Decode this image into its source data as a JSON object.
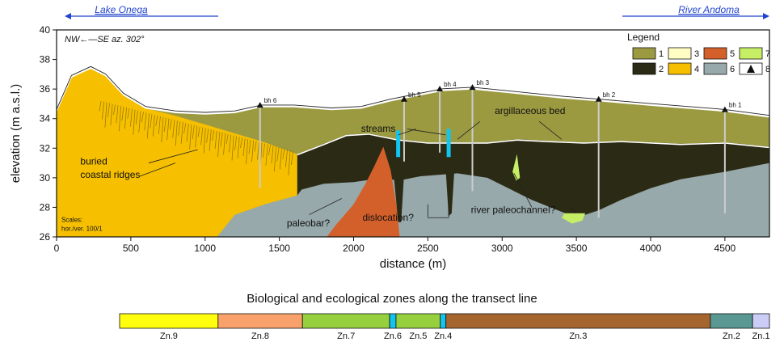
{
  "chart_data": {
    "type": "area",
    "title": "",
    "xlabel": "distance (m)",
    "ylabel": "elevation (m a.s.l.)",
    "xlim": [
      0,
      4800
    ],
    "ylim": [
      26,
      40
    ],
    "x_ticks": [
      0,
      500,
      1000,
      1500,
      2000,
      2500,
      3000,
      3500,
      4000,
      4500
    ],
    "y_ticks": [
      26,
      28,
      30,
      32,
      34,
      36,
      38,
      40
    ],
    "grid": false,
    "direction_label": "NW←—SE az. 302°",
    "end_labels": {
      "left": "Lake Onega",
      "right": "River Andoma"
    },
    "scale_note": [
      "Scales:",
      "hor./ver. 100/1"
    ],
    "legend": {
      "title": "Legend",
      "placement": "top-right",
      "items": [
        {
          "id": "1",
          "color": "#9c9a40"
        },
        {
          "id": "2",
          "color": "#2b2a14"
        },
        {
          "id": "3",
          "color": "#fffcc4"
        },
        {
          "id": "4",
          "color": "#f6c000"
        },
        {
          "id": "5",
          "color": "#d35f2a"
        },
        {
          "id": "6",
          "color": "#98a9ab"
        },
        {
          "id": "7",
          "color": "#c6ef66"
        },
        {
          "id": "8",
          "symbol": "triangle"
        }
      ]
    },
    "series": [
      {
        "unit": "1",
        "color": "#9c9a40",
        "surface": [
          [
            0,
            34.5
          ],
          [
            100,
            36.8
          ],
          [
            230,
            37.4
          ],
          [
            330,
            36.9
          ],
          [
            450,
            35.6
          ],
          [
            600,
            34.7
          ],
          [
            800,
            34.4
          ],
          [
            1000,
            34.3
          ],
          [
            1200,
            34.4
          ],
          [
            1380,
            34.8
          ],
          [
            1600,
            34.8
          ],
          [
            1850,
            34.6
          ],
          [
            2050,
            34.7
          ],
          [
            2250,
            35.2
          ],
          [
            2400,
            35.5
          ],
          [
            2600,
            35.9
          ],
          [
            2800,
            36.0
          ],
          [
            3000,
            35.8
          ],
          [
            3200,
            35.6
          ],
          [
            3400,
            35.4
          ],
          [
            3650,
            35.2
          ],
          [
            4000,
            34.9
          ],
          [
            4500,
            34.5
          ],
          [
            4800,
            34.1
          ]
        ]
      },
      {
        "unit": "2",
        "color": "#2b2a14",
        "top": [
          [
            1620,
            31.6
          ],
          [
            1800,
            32.3
          ],
          [
            1950,
            32.9
          ],
          [
            2100,
            33.0
          ],
          [
            2300,
            32.6
          ],
          [
            2500,
            32.4
          ],
          [
            2700,
            32.4
          ],
          [
            2900,
            32.4
          ],
          [
            3100,
            32.6
          ],
          [
            3300,
            32.5
          ],
          [
            3550,
            32.4
          ],
          [
            3800,
            32.5
          ],
          [
            4200,
            32.3
          ],
          [
            4500,
            32.4
          ],
          [
            4800,
            32.1
          ]
        ]
      },
      {
        "unit": "6",
        "color": "#98a9ab",
        "top": [
          [
            1080,
            26.0
          ],
          [
            1200,
            27.5
          ],
          [
            1400,
            28.2
          ],
          [
            1620,
            28.8
          ],
          [
            1650,
            29.2
          ],
          [
            1800,
            29.6
          ],
          [
            2000,
            29.7
          ],
          [
            2200,
            30.0
          ],
          [
            2300,
            29.8
          ],
          [
            2450,
            30.1
          ],
          [
            2700,
            30.3
          ],
          [
            2900,
            30.0
          ],
          [
            3000,
            29.5
          ],
          [
            3100,
            29.0
          ],
          [
            3200,
            28.5
          ],
          [
            3350,
            27.9
          ],
          [
            3500,
            27.3
          ],
          [
            3650,
            27.8
          ],
          [
            3800,
            28.5
          ],
          [
            4000,
            29.3
          ],
          [
            4200,
            29.9
          ],
          [
            4500,
            30.4
          ],
          [
            4800,
            31.0
          ]
        ]
      },
      {
        "unit": "4",
        "color": "#f6c000",
        "top": [
          [
            0,
            34.5
          ],
          [
            100,
            36.8
          ],
          [
            230,
            37.4
          ],
          [
            330,
            36.9
          ],
          [
            450,
            35.6
          ],
          [
            600,
            34.7
          ],
          [
            800,
            34.2
          ],
          [
            1000,
            33.6
          ],
          [
            1200,
            33.0
          ],
          [
            1400,
            32.4
          ],
          [
            1620,
            31.6
          ]
        ],
        "base_right": [
          [
            1620,
            31.6
          ],
          [
            1620,
            28.8
          ],
          [
            1400,
            28.2
          ],
          [
            1200,
            27.5
          ],
          [
            1080,
            26.0
          ]
        ]
      },
      {
        "unit": "5",
        "color": "#d35f2a",
        "shape": [
          [
            1820,
            26
          ],
          [
            1880,
            26.8
          ],
          [
            2000,
            28.2
          ],
          [
            2080,
            29.6
          ],
          [
            2140,
            30.8
          ],
          [
            2200,
            32.1
          ],
          [
            2250,
            30.5
          ],
          [
            2290,
            28.0
          ],
          [
            2310,
            26
          ]
        ]
      },
      {
        "unit": "7",
        "color": "#c6ef66",
        "shape": [
          [
            3070,
            30.4
          ],
          [
            3100,
            31.6
          ],
          [
            3120,
            30.0
          ],
          [
            3095,
            29.8
          ]
        ]
      },
      {
        "unit": "7",
        "color": "#c6ef66",
        "shape": [
          [
            3400,
            27.3
          ],
          [
            3470,
            26.9
          ],
          [
            3540,
            27.1
          ],
          [
            3560,
            27.6
          ],
          [
            3420,
            27.6
          ]
        ]
      }
    ],
    "boreholes": [
      {
        "label": "bh 6",
        "x": 1370,
        "top": 34.8,
        "bottom": 29.3
      },
      {
        "label": "bh 5",
        "x": 2340,
        "top": 35.2,
        "bottom": 31.1
      },
      {
        "label": "bh 4",
        "x": 2580,
        "top": 35.9,
        "bottom": 31.7
      },
      {
        "label": "bh 3",
        "x": 2800,
        "top": 36.0,
        "bottom": 29.1
      },
      {
        "label": "bh 2",
        "x": 3650,
        "top": 35.2,
        "bottom": 27.3
      },
      {
        "label": "bh 1",
        "x": 4500,
        "top": 34.5,
        "bottom": 27.6
      }
    ],
    "streams": [
      {
        "x": 2300,
        "top": 33.2,
        "bottom": 31.4
      },
      {
        "x": 2640,
        "top": 33.3,
        "bottom": 31.4
      }
    ],
    "annotations": [
      {
        "text": "streams",
        "x": 2050,
        "y": 33.1
      },
      {
        "text": "argillaceous bed",
        "x": 2950,
        "y": 34.3
      },
      {
        "text": "buried",
        "x": 160,
        "y": 30.9
      },
      {
        "text": "coastal ridges",
        "x": 160,
        "y": 30.0
      },
      {
        "text": "paleobar?",
        "x": 1550,
        "y": 26.7
      },
      {
        "text": "dislocation?",
        "x": 2060,
        "y": 27.1
      },
      {
        "text": "river paleochannel?",
        "x": 2790,
        "y": 27.6
      }
    ],
    "zones": {
      "title": "Biological and ecological zones along the transect line",
      "items": [
        {
          "label": "Zn.9",
          "start": 0,
          "end": 700,
          "color": "#ffff0e"
        },
        {
          "label": "Zn.8",
          "start": 700,
          "end": 1300,
          "color": "#f9a16b"
        },
        {
          "label": "Zn.7",
          "start": 1300,
          "end": 1920,
          "color": "#96d03e"
        },
        {
          "label": "Zn.6",
          "start": 1920,
          "end": 1965,
          "color": "#12c4ee"
        },
        {
          "label": "Zn.5",
          "start": 1965,
          "end": 2280,
          "color": "#96d03e"
        },
        {
          "label": "Zn.4",
          "start": 2280,
          "end": 2320,
          "color": "#12c4ee"
        },
        {
          "label": "Zn.3",
          "start": 2320,
          "end": 4200,
          "color": "#a5652f"
        },
        {
          "label": "Zn.2",
          "start": 4200,
          "end": 4500,
          "color": "#5a9893"
        },
        {
          "label": "Zn.1",
          "start": 4500,
          "end": 4620,
          "color": "#cbcdf6"
        }
      ]
    }
  }
}
